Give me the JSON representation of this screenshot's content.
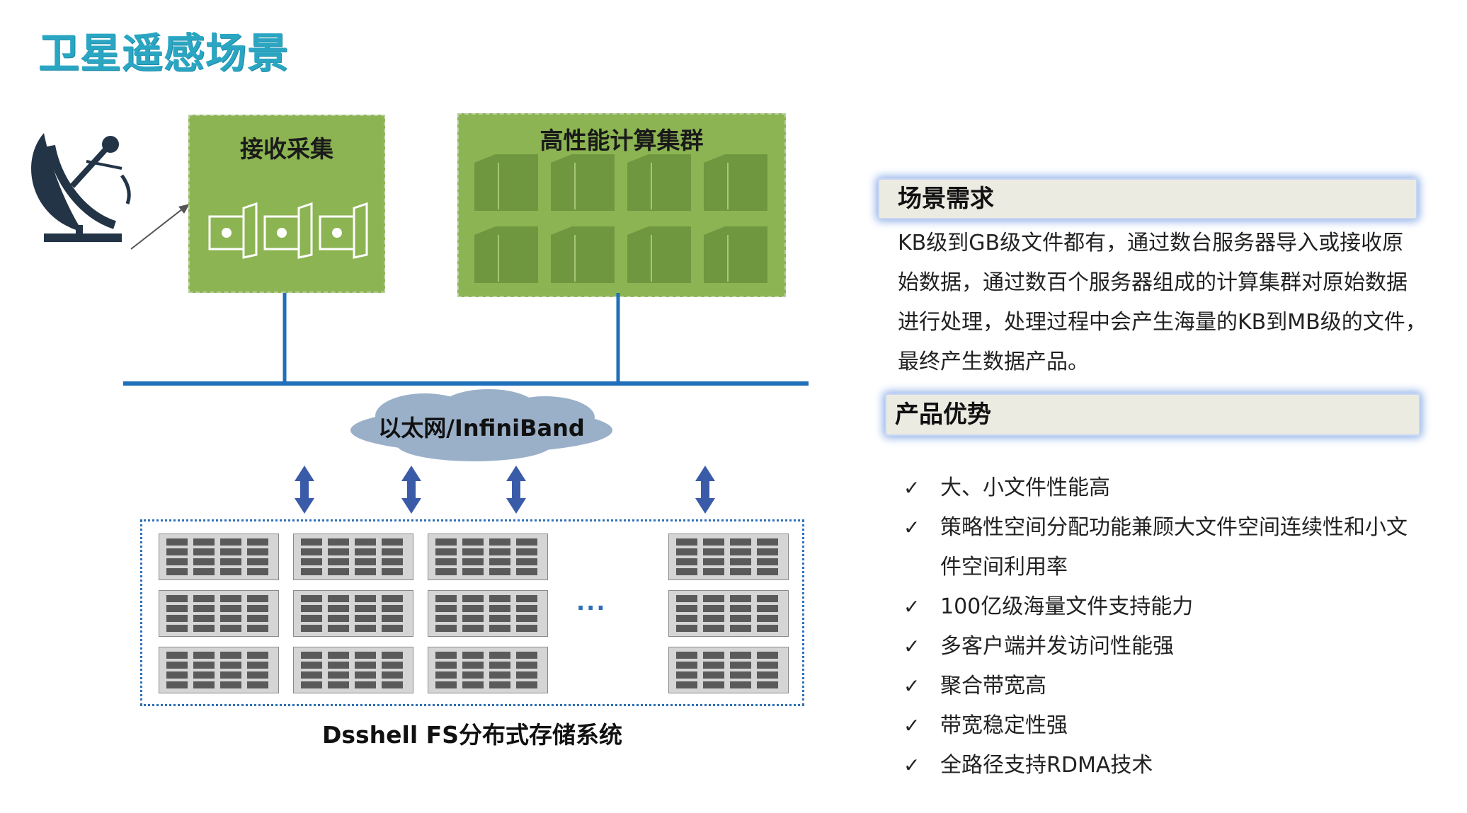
{
  "page": {
    "title": "卫星遥感场景"
  },
  "diagram": {
    "receive_box_label": "接收采集",
    "compute_box_label": "高性能计算集群",
    "network_label": "以太网/InfiniBand",
    "storage_ellipsis": "···",
    "storage_label": "Dsshell FS分布式存储系统",
    "colors": {
      "green": "#8cb453",
      "line_blue": "#1f6fba",
      "arrow_blue": "#3a5ba8",
      "cloud": "#9ab0c9"
    }
  },
  "scenario": {
    "header": "场景需求",
    "lines": [
      "KB级到GB级文件都有，通过数台服务器导入或接收原",
      "始数据，通过数百个服务器组成的计算集群对原始数据",
      "进行处理，处理过程中会产生海量的KB到MB级的文件，",
      "最终产生数据产品。"
    ]
  },
  "advantages": {
    "header": "产品优势",
    "check_mark": "✓",
    "items": [
      "大、小文件性能高",
      "策略性空间分配功能兼顾大文件空间连续性和小文",
      "件空间利用率",
      "100亿级海量文件支持能力",
      "多客户端并发访问性能强",
      "聚合带宽高",
      "带宽稳定性强",
      "全路径支持RDMA技术"
    ]
  }
}
